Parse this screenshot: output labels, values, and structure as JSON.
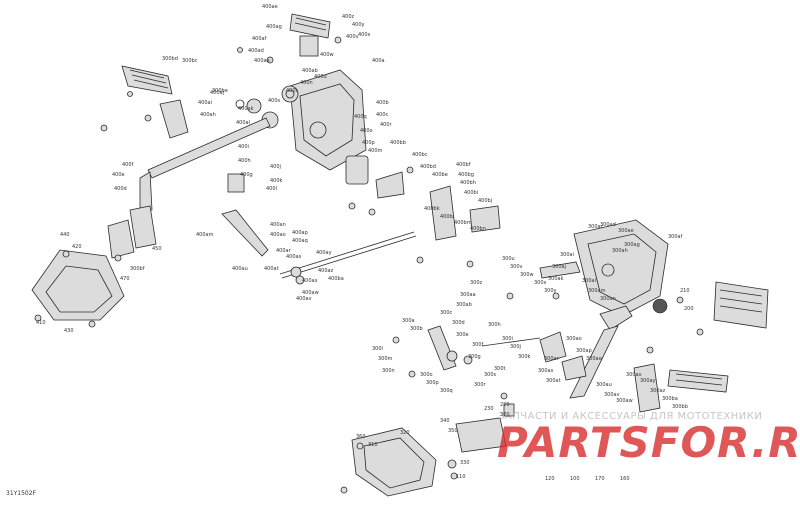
{
  "diagram_code": "31Y1502F",
  "watermark": {
    "tagline": "ЗАПЧАСТИ И АКСЕССУАРЫ ДЛЯ МОТОТЕХНИКИ",
    "logo": "PARTSFOR.RU"
  },
  "callouts": [
    "400ae",
    "400z",
    "400y",
    "400ag",
    "400v",
    "400x",
    "400af",
    "400ad",
    "400w",
    "400aa",
    "400ab",
    "400u",
    "400n",
    "400t",
    "400s",
    "400c",
    "400r",
    "400q",
    "400o",
    "400p",
    "400m",
    "400b",
    "400a",
    "400j",
    "400k",
    "400l",
    "400i",
    "400h",
    "400g",
    "400f",
    "400e",
    "400d",
    "400aj",
    "400ai",
    "400ah",
    "400ak",
    "400al",
    "400am",
    "400an",
    "400ao",
    "400ap",
    "400aq",
    "400ar",
    "400as",
    "400at",
    "400au",
    "400av",
    "400aw",
    "400ax",
    "400ay",
    "400az",
    "400ba",
    "400bb",
    "400bc",
    "400bd",
    "400be",
    "400bf",
    "400bg",
    "400bh",
    "400bi",
    "400bj",
    "400bk",
    "400bl",
    "400bm",
    "400bn",
    "300a",
    "300b",
    "300c",
    "300d",
    "300e",
    "300f",
    "300g",
    "300h",
    "300i",
    "300j",
    "300k",
    "300l",
    "300m",
    "300n",
    "300o",
    "300p",
    "300q",
    "300r",
    "300s",
    "300t",
    "300u",
    "300v",
    "300w",
    "300x",
    "300y",
    "300z",
    "300aa",
    "300ab",
    "300ac",
    "300ad",
    "300ae",
    "300af",
    "300ag",
    "300ah",
    "300ai",
    "300aj",
    "300ak",
    "300al",
    "300am",
    "300an",
    "300ao",
    "300ap",
    "300aq",
    "300ar",
    "300as",
    "300at",
    "300au",
    "300av",
    "300aw",
    "300ax",
    "300ay",
    "300az",
    "300ba",
    "300bb",
    "300bc",
    "300bd",
    "300be",
    "300bf",
    "470",
    "450",
    "440",
    "420",
    "410",
    "430",
    "230",
    "220",
    "210",
    "200",
    "340",
    "350",
    "370",
    "360",
    "310",
    "320",
    "330",
    "110",
    "120",
    "100",
    "170",
    "160"
  ]
}
